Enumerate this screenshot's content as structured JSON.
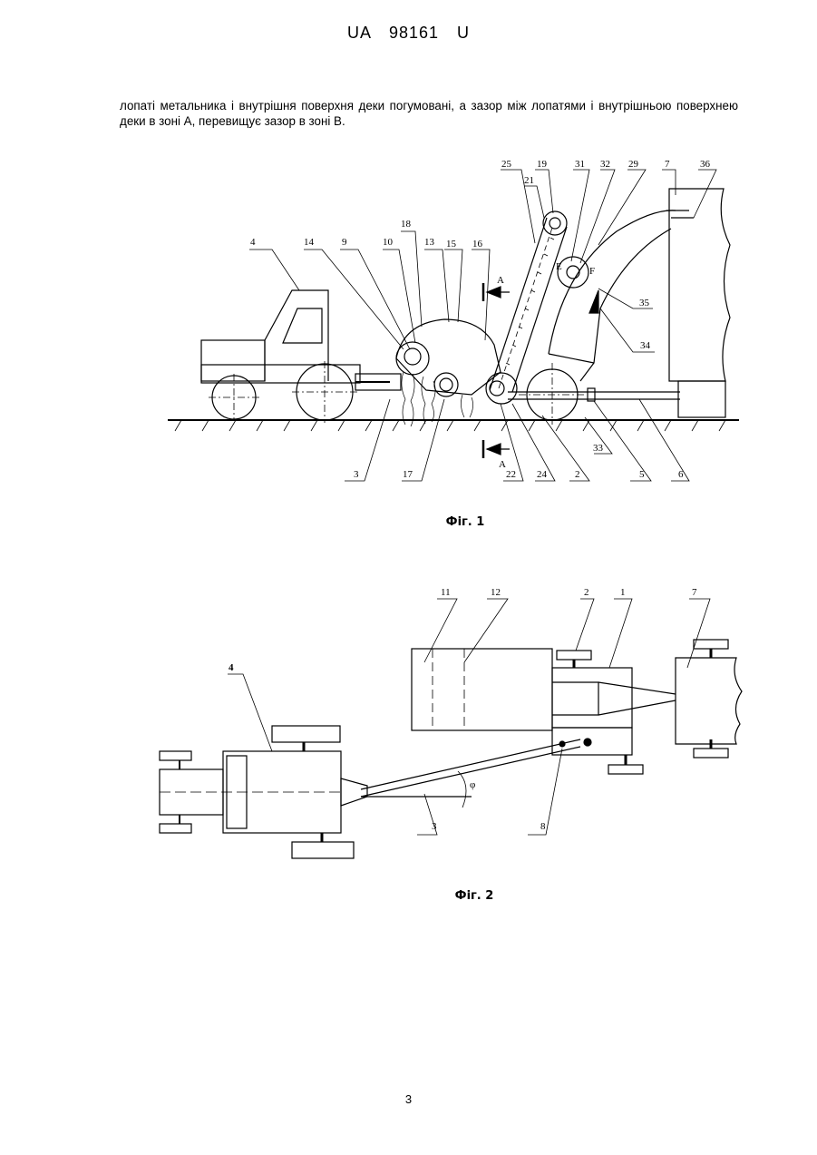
{
  "header": {
    "patent_id": "UA   98161   U"
  },
  "paragraph": "лопаті метальника і внутрішня поверхня деки погумовані, а зазор між лопатями і внутрішньою поверхнею деки в зоні А, перевищує зазор в зоні В.",
  "figure1": {
    "caption": "Фіг. 1",
    "labels": [
      "4",
      "14",
      "9",
      "10",
      "18",
      "13",
      "15",
      "16",
      "25",
      "19",
      "21",
      "31",
      "32",
      "29",
      "7",
      "36",
      "35",
      "34",
      "3",
      "17",
      "22",
      "24",
      "2",
      "33",
      "5",
      "6"
    ],
    "section_marks": [
      "A",
      "A"
    ],
    "zone_marks": [
      "E",
      "F"
    ]
  },
  "figure2": {
    "caption": "Фіг. 2",
    "labels": [
      "11",
      "12",
      "2",
      "1",
      "7",
      "4",
      "3",
      "8"
    ],
    "angle_symbol": "φ"
  },
  "page_number": "3"
}
